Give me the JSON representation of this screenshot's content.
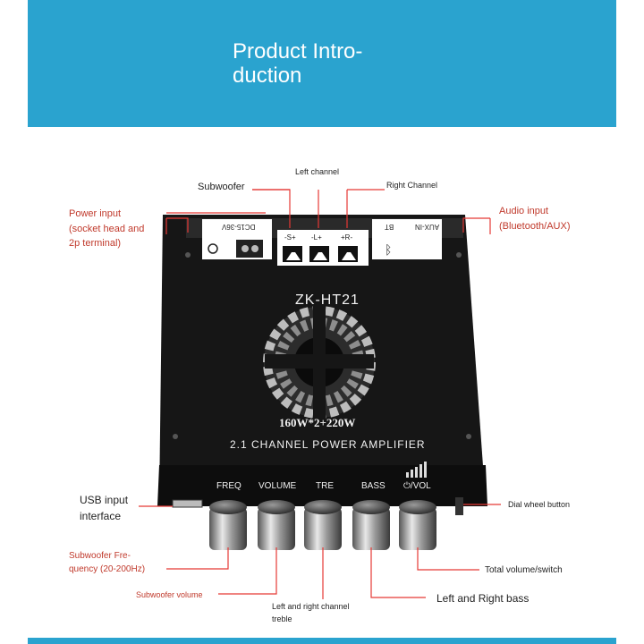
{
  "banner": {
    "title": "Product Intro-\nduction",
    "color": "#2aa3cf"
  },
  "product": {
    "model": "ZK-HT21",
    "power": "160W*2+220W",
    "subtitle": "2.1 CHANNEL POWER AMPLIFIER",
    "dc_label": "DC15-36V",
    "speaker_terms": [
      "-S+",
      "-L+",
      "+R-"
    ],
    "input_labels": [
      "BT",
      "AUX-IN"
    ],
    "knob_labels": [
      "FREQ",
      "VOLUME",
      "TRE",
      "BASS",
      "⏻/VOL"
    ]
  },
  "annotations": {
    "subwoofer": "Subwoofer",
    "left_channel": "Left channel",
    "right_channel": "Right Channel",
    "power_input": "Power input\n(socket head and\n2p terminal)",
    "audio_input": "Audio input\n(Bluetooth/AUX)",
    "usb_input": "USB input\ninterface",
    "dial_wheel": "Dial wheel button",
    "sub_freq": "Subwoofer Fre-\nquency (20-200Hz)",
    "total_volume": "Total volume/switch",
    "sub_volume": "Subwoofer volume",
    "lr_treble": "Left and right channel\ntreble",
    "lr_bass": "Left and Right bass"
  },
  "colors": {
    "accent": "#2aa3cf",
    "annotation_red": "#c0392b",
    "board": "#161616"
  }
}
